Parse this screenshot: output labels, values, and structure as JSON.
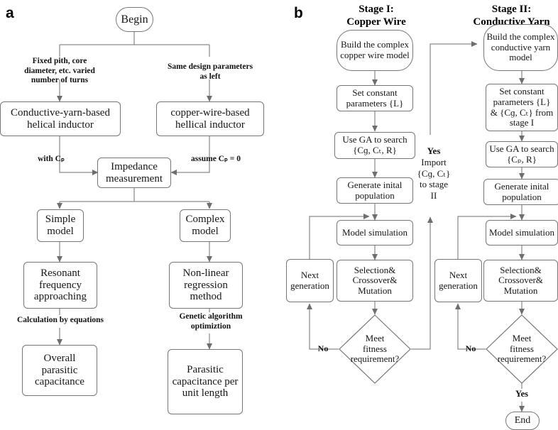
{
  "panels": {
    "a": {
      "letter": "a"
    },
    "b": {
      "letter": "b"
    }
  },
  "stage_titles": {
    "stage1": "Stage I:\nCopper Wire",
    "stage2": "Stage II:\nConductive Yarn"
  },
  "panel_a": {
    "begin": "Begin",
    "edge_left": "Fixed pith, core\ndiameter, etc. varied\nnumber of turns",
    "edge_right": "Same design parameters\nas left",
    "yarn_inductor": "Conductive-yarn-based\nhelical inductor",
    "copper_inductor": "copper-wire-based\nhellical inductor",
    "with_cp": "with Cₚ",
    "assume_cp": "assume Cₚ = 0",
    "impedance": "Impedance\nmeasurement",
    "simple_model": "Simple\nmodel",
    "complex_model": "Complex\nmodel",
    "resonant": "Resonant\nfrequency\napproaching",
    "nonlinear": "Non-linear\nregression\nmethod",
    "calc_label": "Calculation by equations",
    "ga_label": "Genetic algorithm\noptimiztion",
    "overall_cap": "Overall\nparasitic\ncapacitance",
    "per_unit_cap": "Parasitic\ncapacitance\nper unit\nlength"
  },
  "panel_b": {
    "stage1": {
      "build": "Build the\ncomplex copper\nwire model",
      "set_const": "Set constant\nparameters {L}",
      "use_ga": "Use GA to search\n{Cɡ, Cₜ, R}",
      "generate": "Generate inital\npopulation",
      "model_sim": "Model\nsimulation",
      "selection": "Selection&\nCrossover&\nMutation",
      "next_gen": "Next\ngeneration",
      "decision": "Meet\nfitness\nrequirement?",
      "no_label": "No"
    },
    "stage2": {
      "build": "Build the\ncomplex\nconductive\nyarn model",
      "set_const": "Set constant\nparameters\n{L} & {Cɡ, Cₜ}\nfrom stage I",
      "use_ga": "Use GA to\nsearch {Cₚ, R}",
      "generate": "Generate inital\npopulation",
      "model_sim": "Model\nsimulation",
      "selection": "Selection&\nCrossover&\nMutation",
      "next_gen": "Next\ngeneration",
      "decision": "Meet\nfitness\nrequirement?",
      "no_label": "No",
      "yes_label": "Yes",
      "end": "End"
    },
    "transfer": {
      "yes": "Yes",
      "body": "Import\n{Cɡ, Cₜ}\nto stage\nII"
    }
  },
  "colors": {
    "stroke": "#767676",
    "text": "#161616",
    "background": "#ffffff",
    "arrow": "#6e6e6e"
  }
}
